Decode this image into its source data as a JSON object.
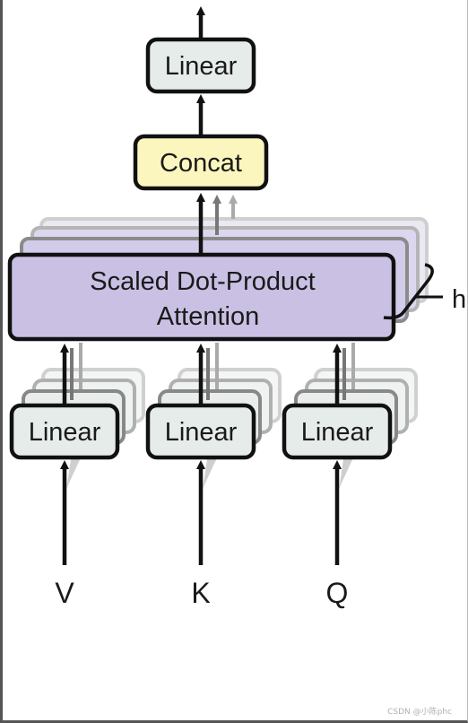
{
  "diagram": {
    "top_linear": "Linear",
    "concat": "Concat",
    "attention_line1": "Scaled Dot-Product",
    "attention_line2": "Attention",
    "heads_label": "h",
    "linear_v": "Linear",
    "linear_k": "Linear",
    "linear_q": "Linear",
    "input_v": "V",
    "input_k": "K",
    "input_q": "Q"
  },
  "colors": {
    "linear_fill": "#e6ecea",
    "concat_fill": "#fbf6bd",
    "attention_fill": "#c9c0e4",
    "stroke": "#111111"
  },
  "watermark": "CSDN @小陈phc"
}
